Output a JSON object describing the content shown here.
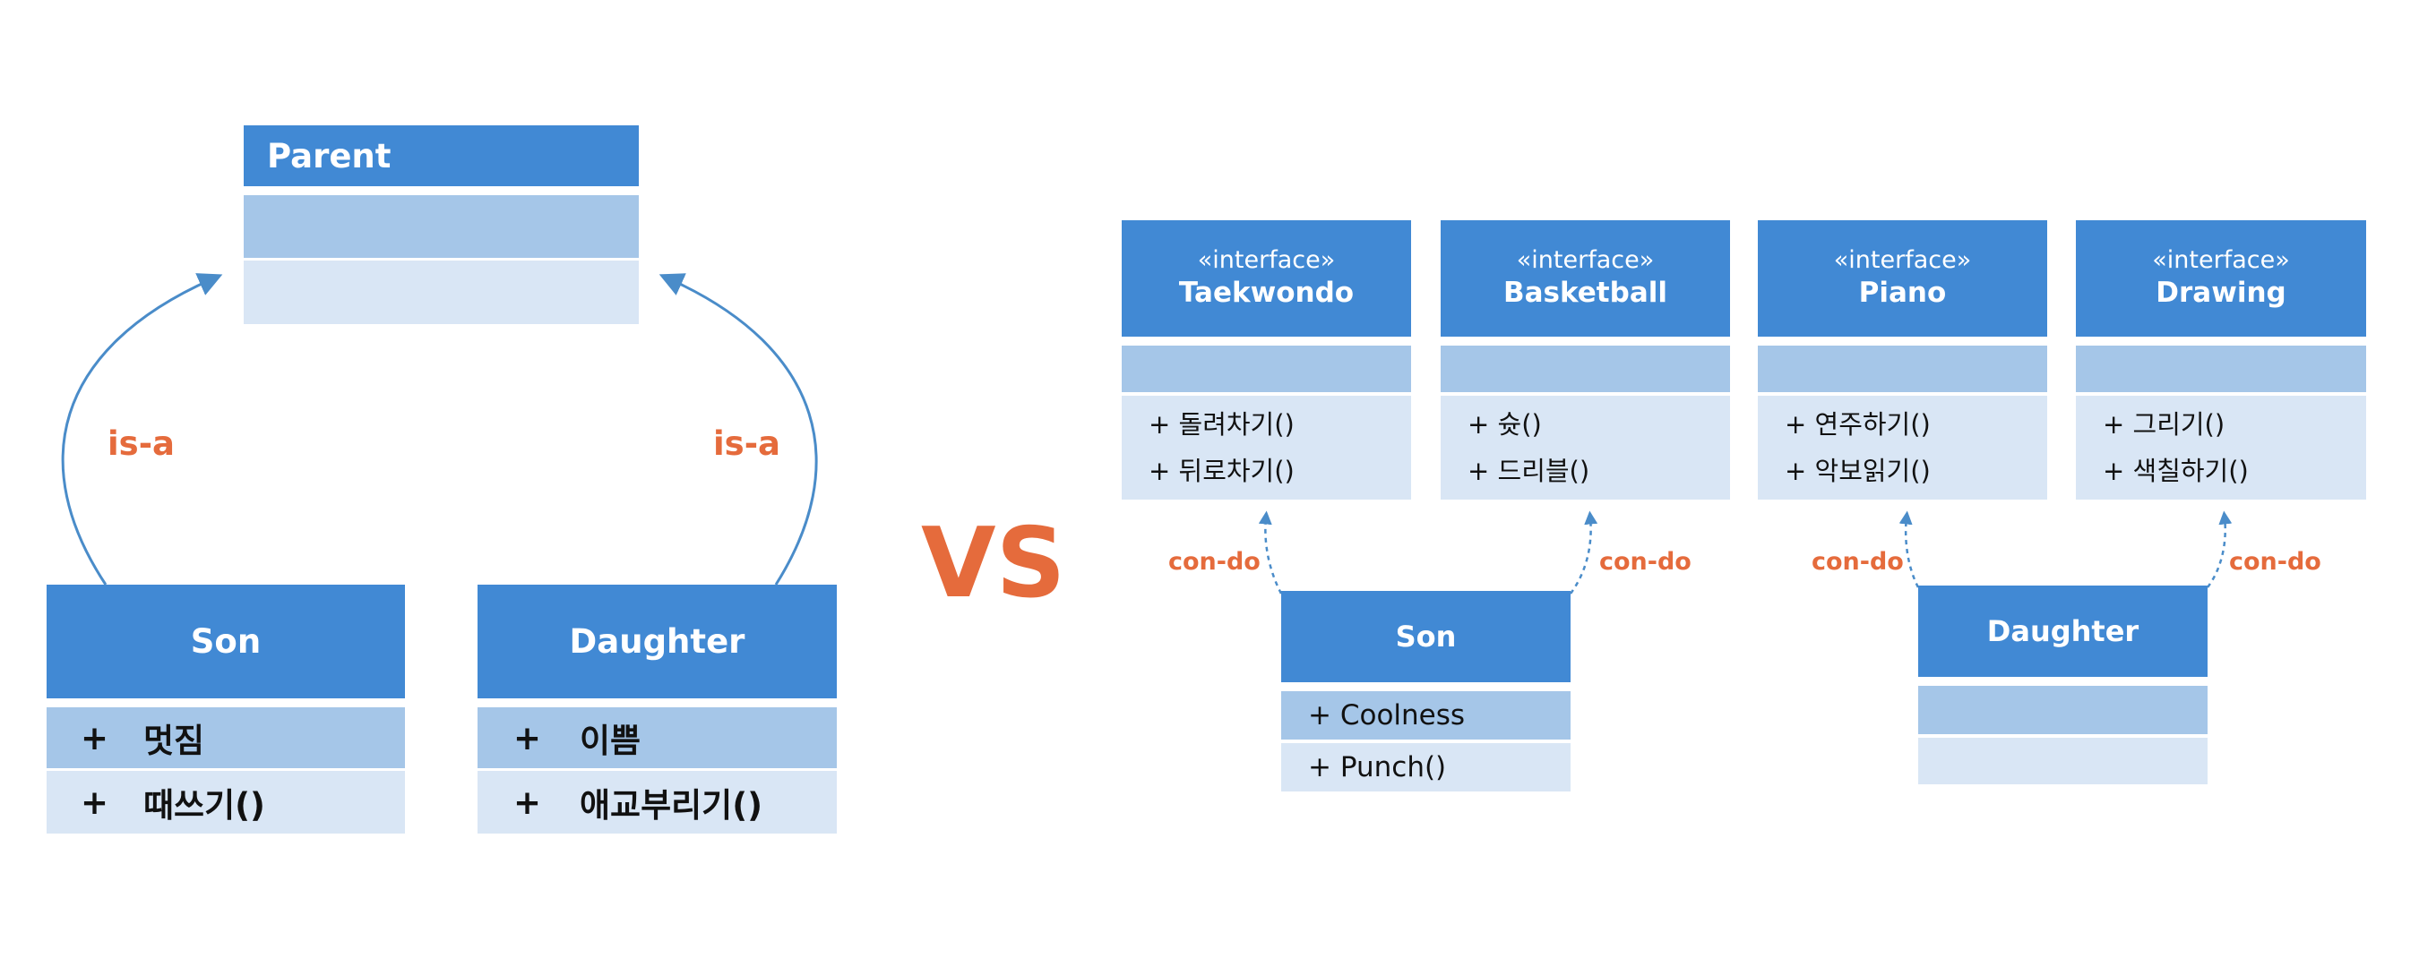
{
  "left": {
    "parent": {
      "name": "Parent"
    },
    "son": {
      "name": "Son",
      "members": [
        "멋짐",
        "때쓰기()"
      ]
    },
    "daughter": {
      "name": "Daughter",
      "members": [
        "이쁨",
        "애교부리기()"
      ]
    },
    "relation_left": "is-a",
    "relation_right": "is-a"
  },
  "vs": "VS",
  "right": {
    "interfaces": [
      {
        "stereotype": "«interface»",
        "name": "Taekwondo",
        "methods": [
          "+ 돌려차기()",
          "+ 뒤로차기()"
        ]
      },
      {
        "stereotype": "«interface»",
        "name": "Basketball",
        "methods": [
          "+ 슛()",
          "+ 드리블()"
        ]
      },
      {
        "stereotype": "«interface»",
        "name": "Piano",
        "methods": [
          "+ 연주하기()",
          "+ 악보읽기()"
        ]
      },
      {
        "stereotype": "«interface»",
        "name": "Drawing",
        "methods": [
          "+ 그리기()",
          "+ 색칠하기()"
        ]
      }
    ],
    "son": {
      "name": "Son",
      "members": [
        "+ Coolness",
        "+ Punch()"
      ]
    },
    "daughter": {
      "name": "Daughter"
    },
    "relations": [
      "con-do",
      "con-do",
      "con-do",
      "con-do"
    ]
  },
  "colors": {
    "header": "#4189d4",
    "section": "#a5c6e8",
    "section_light": "#d9e6f5",
    "accent": "#e56b3c",
    "arrow": "#4a8cc9"
  },
  "icons": {
    "plus": "+"
  }
}
